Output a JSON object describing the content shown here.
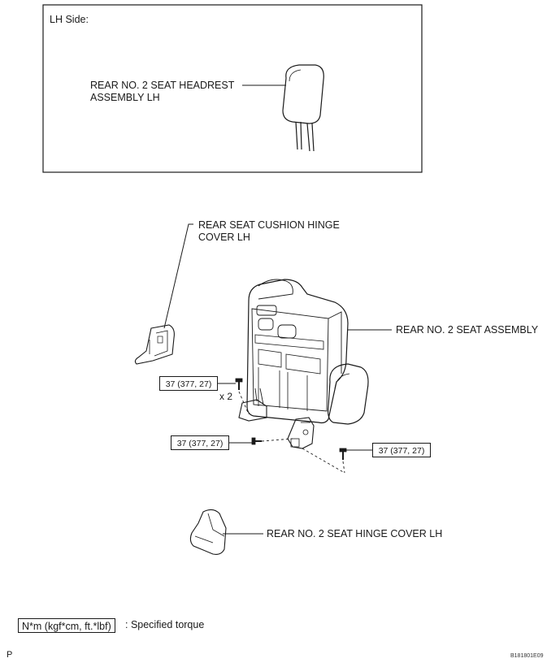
{
  "lh_side_title": "LH Side:",
  "labels": {
    "headrest": "REAR NO. 2 SEAT HEADREST\nASSEMBLY LH",
    "cushion_hinge_cover": "REAR SEAT CUSHION HINGE\nCOVER LH",
    "seat_assembly": "REAR NO. 2 SEAT ASSEMBLY",
    "seat_hinge_cover": "REAR NO. 2 SEAT HINGE COVER LH"
  },
  "torque_specs": [
    {
      "text": "37 (377, 27)"
    },
    {
      "text": "37 (377, 27)"
    },
    {
      "text": "37 (377, 27)"
    }
  ],
  "bolt_count": "x 2",
  "legend": {
    "unit": "N*m (kgf*cm, ft.*lbf)",
    "description": ": Specified torque"
  },
  "page_letter": "P",
  "figure_code": "B181801E09"
}
